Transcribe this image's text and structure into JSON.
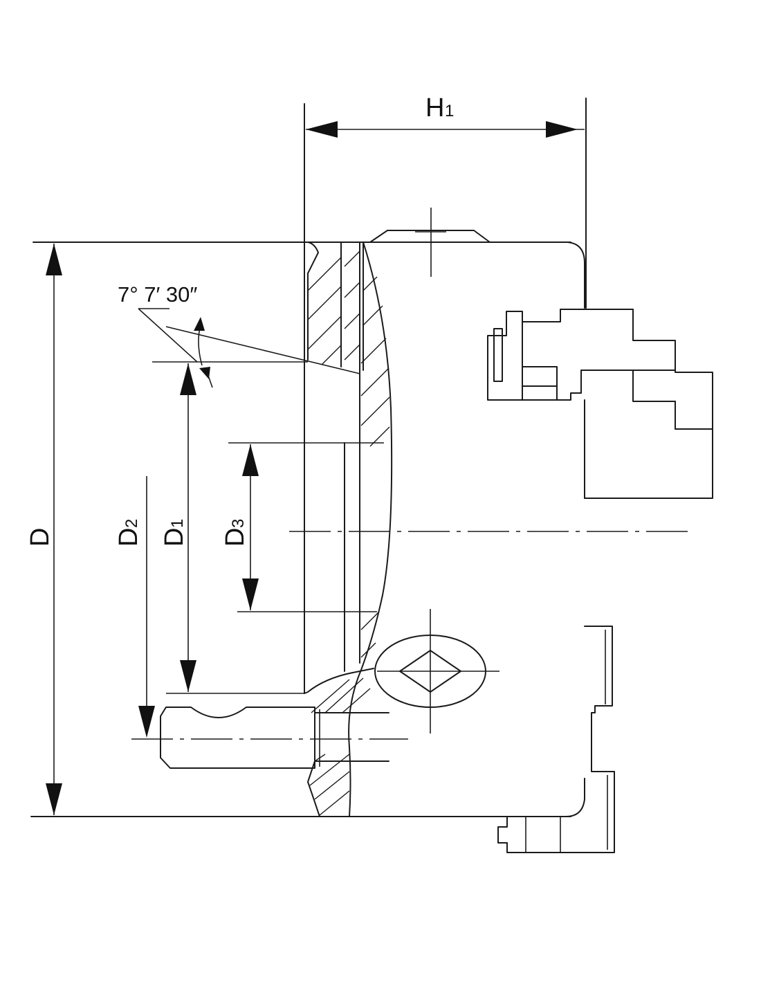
{
  "dimensions": {
    "h1": {
      "main": "H",
      "sub": "1"
    },
    "d": {
      "main": "D",
      "sub": ""
    },
    "d2": {
      "main": "D",
      "sub": "2"
    },
    "d1": {
      "main": "D",
      "sub": "1"
    },
    "d3": {
      "main": "D",
      "sub": "3"
    }
  },
  "angle_label": "7° 7′ 30″"
}
